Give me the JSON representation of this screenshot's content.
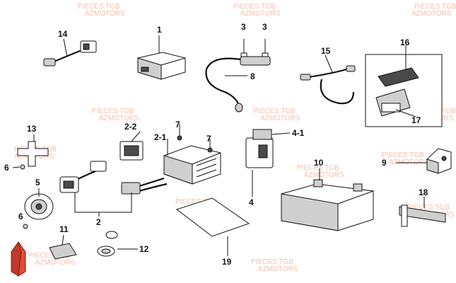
{
  "watermark": {
    "lines": [
      {
        "text": "PIECES TGB"
      },
      {
        "text": "AZMOTORS"
      }
    ],
    "color": "#f08c6a"
  },
  "callouts": {
    "c1": "1",
    "c2": "2",
    "c2_1": "2-1",
    "c2_2": "2-2",
    "c3a": "3",
    "c3b": "3",
    "c4": "4",
    "c4_1": "4-1",
    "c5": "5",
    "c6a": "6",
    "c6b": "6",
    "c7a": "7",
    "c7b": "7",
    "c8": "8",
    "c9": "9",
    "c10": "10",
    "c11": "11",
    "c12": "12",
    "c14": "14",
    "c15": "15",
    "c16": "16",
    "c17": "17",
    "c18": "18",
    "c19": "19",
    "c13": "13"
  },
  "logo": {
    "name": "azmotors-logo-icon",
    "color": "#c0392b"
  }
}
